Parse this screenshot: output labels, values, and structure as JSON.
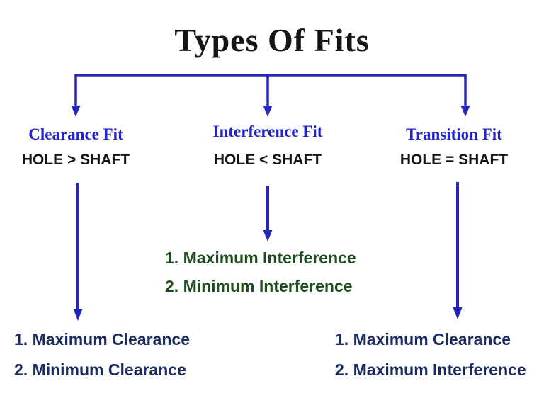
{
  "slide": {
    "title": "Types Of Fits"
  },
  "colors": {
    "title-black": "#151515",
    "header-blue": "#2323cc",
    "line-blue": "#2626bd",
    "relation-black": "#141414",
    "green": "#1e4e1e",
    "navy": "#1b2a60"
  },
  "branches": [
    {
      "name": "Clearance Fit",
      "relation": "HOLE > SHAFT",
      "outcomes": [
        "1. Maximum Clearance",
        "2. Minimum Clearance"
      ]
    },
    {
      "name": "Interference Fit",
      "relation": "HOLE < SHAFT",
      "outcomes": [
        "1. Maximum Interference",
        "2. Minimum Interference"
      ]
    },
    {
      "name": "Transition Fit",
      "relation": "HOLE = SHAFT",
      "outcomes": [
        "1. Maximum Clearance",
        "2. Maximum Interference"
      ]
    }
  ]
}
